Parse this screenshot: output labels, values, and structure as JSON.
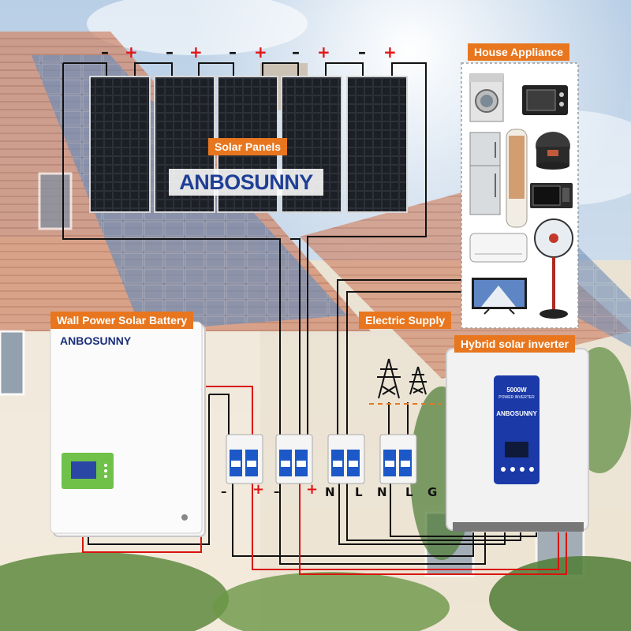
{
  "brand": "ANBOSUNNY",
  "labels": {
    "solar_panels": "Solar Panels",
    "house_appliance": "House Appliance",
    "wall_battery": "Wall Power Solar Battery",
    "electric_supply": "Electric Supply",
    "hybrid_inverter": "Hybrid solar inverter"
  },
  "panel_polarity": [
    {
      "minus": "–",
      "plus": "+"
    },
    {
      "minus": "–",
      "plus": "+"
    },
    {
      "minus": "–",
      "plus": "+"
    },
    {
      "minus": "–",
      "plus": "+"
    },
    {
      "minus": "–",
      "plus": "+"
    }
  ],
  "terminals": {
    "battery_minus": "–",
    "battery_plus": "+",
    "pv_minus": "–",
    "pv_plus": "+",
    "ac_out_n": "N",
    "ac_out_l": "L",
    "grid_n": "N",
    "grid_l": "L",
    "ground": "G"
  },
  "inverter": {
    "power": "5000W",
    "subtitle": "POWER INVERTER"
  },
  "appliances": [
    "washing-machine-icon",
    "oven-icon",
    "refrigerator-icon",
    "tower-air-conditioner-icon",
    "rice-cooker-icon",
    "microwave-icon",
    "air-conditioner-icon",
    "standing-fan-icon",
    "television-icon"
  ],
  "colors": {
    "label_bg": "#e8761e",
    "wire_black": "#111111",
    "wire_red": "#d9140e",
    "brand_blue": "#1f3f96",
    "inverter_panel": "#1b3aa8",
    "battery_screen": "#6fc14a"
  }
}
